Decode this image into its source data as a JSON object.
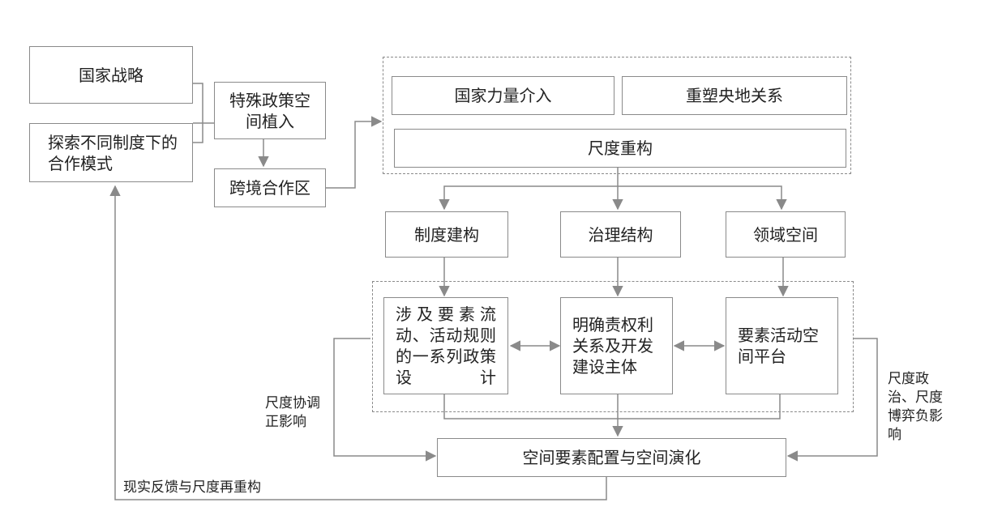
{
  "boxes": {
    "national_strategy": "国家战略",
    "explore_modes": "探索不同制度下的合作模式",
    "special_policy": "特殊政策空间植入",
    "cross_border_zone": "跨境合作区",
    "state_power": "国家力量介入",
    "reshape_relations": "重塑央地关系",
    "scale_restructuring": "尺度重构",
    "institution_building": "制度建构",
    "governance_structure": "治理结构",
    "territorial_space": "领域空间",
    "policy_design": "涉及要素流动、活动规则的一系列政策设计",
    "clarify_rights": "明确责权利关系及开发建设主体",
    "factor_platform": "要素活动空间平台",
    "spatial_evolution": "空间要素配置与空间演化"
  },
  "labels": {
    "positive_coordination": "尺度协调正影响",
    "negative_game": "尺度政治、尺度博弈负影响",
    "feedback": "现实反馈与尺度再重构"
  },
  "colors": {
    "stroke": "#8a8a8a",
    "text": "#222222"
  }
}
